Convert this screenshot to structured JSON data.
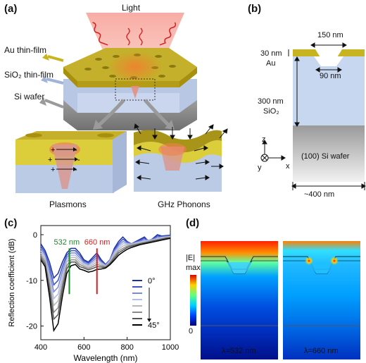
{
  "panels": {
    "a": {
      "label": "(a)",
      "light": "Light",
      "layers": [
        "Au thin-film",
        "SiO₂ thin-film",
        "Si wafer"
      ],
      "insets": [
        "Plasmons",
        "GHz Phonons"
      ],
      "charge_plus": "+",
      "charge_minus": "-"
    },
    "b": {
      "label": "(b)",
      "dims": {
        "top": "150 nm",
        "au_thk": "30 nm",
        "au": "Au",
        "bottom": "90 nm",
        "sio2_thk": "300 nm",
        "sio2": "SiO₂",
        "si": "(100) Si wafer",
        "width": "~400 nm"
      },
      "axes": {
        "z": "z",
        "y": "y",
        "x": "x"
      }
    },
    "c": {
      "label": "(c)"
    },
    "d": {
      "label": "(d)",
      "colorbar_title": "|E|",
      "colorbar_max": "max",
      "colorbar_min": "0",
      "captions": [
        "λ=532 nm",
        "λ=660 nm"
      ]
    }
  },
  "chart_data": {
    "type": "line",
    "xlabel": "Wavelength (nm)",
    "ylabel": "Reflection coefficient (dB)",
    "xlim": [
      400,
      1000
    ],
    "ylim": [
      -23,
      2
    ],
    "xticks": [
      400,
      600,
      800,
      1000
    ],
    "yticks": [
      0,
      -10,
      -20
    ],
    "markers": [
      {
        "x": 532,
        "label": "532 nm",
        "color": "#1c8a2a"
      },
      {
        "x": 660,
        "label": "660 nm",
        "color": "#d42020"
      }
    ],
    "legend": {
      "position": "center-right",
      "top_label": "0°",
      "bottom_label": "45°"
    },
    "x": [
      400,
      420,
      440,
      460,
      480,
      500,
      520,
      540,
      560,
      580,
      600,
      620,
      640,
      660,
      680,
      700,
      720,
      740,
      760,
      780,
      800,
      820,
      840,
      860,
      880,
      900,
      920,
      940,
      960,
      980,
      1000
    ],
    "series": [
      {
        "angle": 0,
        "color": "#1a2fa8",
        "values": [
          -2.0,
          -3.5,
          -6.0,
          -9.5,
          -8.5,
          -6.0,
          -4.0,
          -3.0,
          -3.0,
          -4.0,
          -5.5,
          -6.0,
          -5.0,
          -4.0,
          -5.5,
          -6.5,
          -5.5,
          -3.0,
          -1.5,
          -0.5,
          -1.5,
          -2.0,
          -1.5,
          -1.0,
          -0.5,
          -1.5,
          -0.8,
          0.0,
          -0.3,
          -0.2,
          -0.1
        ]
      },
      {
        "angle": 6,
        "color": "#3e55c4",
        "values": [
          -2.5,
          -4.0,
          -7.0,
          -11.0,
          -10.0,
          -7.0,
          -4.5,
          -3.5,
          -3.5,
          -4.5,
          -5.8,
          -6.2,
          -5.4,
          -4.5,
          -5.8,
          -6.6,
          -5.5,
          -3.3,
          -2.0,
          -1.0,
          -1.6,
          -2.0,
          -1.6,
          -1.2,
          -0.8,
          -1.3,
          -0.9,
          -0.3,
          -0.4,
          -0.3,
          -0.2
        ]
      },
      {
        "angle": 12,
        "color": "#7b8ad8",
        "values": [
          -3.0,
          -4.5,
          -8.0,
          -12.5,
          -11.5,
          -8.0,
          -5.0,
          -4.0,
          -4.0,
          -5.0,
          -6.1,
          -6.5,
          -5.8,
          -5.0,
          -6.0,
          -6.7,
          -5.6,
          -3.6,
          -2.4,
          -1.5,
          -1.8,
          -2.0,
          -1.7,
          -1.4,
          -1.1,
          -1.2,
          -1.0,
          -0.6,
          -0.5,
          -0.4,
          -0.3
        ]
      },
      {
        "angle": 18,
        "color": "#b4bce8",
        "values": [
          -3.5,
          -5.0,
          -9.0,
          -14.0,
          -13.0,
          -9.0,
          -5.5,
          -4.5,
          -4.5,
          -5.5,
          -6.4,
          -6.8,
          -6.2,
          -5.5,
          -6.2,
          -6.8,
          -5.8,
          -4.0,
          -2.8,
          -2.0,
          -2.0,
          -2.1,
          -1.8,
          -1.6,
          -1.4,
          -1.3,
          -1.1,
          -0.9,
          -0.6,
          -0.5,
          -0.4
        ]
      },
      {
        "angle": 24,
        "color": "#b8b8b8",
        "values": [
          -4.0,
          -5.5,
          -10.0,
          -15.5,
          -14.5,
          -10.0,
          -6.0,
          -5.0,
          -5.0,
          -6.0,
          -6.7,
          -7.1,
          -6.6,
          -6.0,
          -6.5,
          -6.9,
          -6.0,
          -4.4,
          -3.2,
          -2.5,
          -2.2,
          -2.2,
          -2.0,
          -1.8,
          -1.6,
          -1.4,
          -1.2,
          -1.0,
          -0.8,
          -0.6,
          -0.5
        ]
      },
      {
        "angle": 30,
        "color": "#8a8a8a",
        "values": [
          -4.5,
          -6.0,
          -11.0,
          -17.0,
          -16.0,
          -11.0,
          -6.8,
          -5.5,
          -5.5,
          -6.5,
          -7.0,
          -7.4,
          -7.0,
          -6.5,
          -6.8,
          -7.0,
          -6.2,
          -4.8,
          -3.6,
          -3.0,
          -2.5,
          -2.3,
          -2.1,
          -1.9,
          -1.7,
          -1.5,
          -1.3,
          -1.1,
          -0.9,
          -0.7,
          -0.6
        ]
      },
      {
        "angle": 36,
        "color": "#555555",
        "values": [
          -5.0,
          -6.5,
          -12.0,
          -18.5,
          -17.5,
          -12.0,
          -7.5,
          -6.0,
          -6.0,
          -7.0,
          -7.3,
          -7.7,
          -7.4,
          -7.0,
          -7.1,
          -7.2,
          -6.4,
          -5.2,
          -4.0,
          -3.4,
          -2.8,
          -2.5,
          -2.3,
          -2.0,
          -1.8,
          -1.6,
          -1.4,
          -1.2,
          -1.0,
          -0.8,
          -0.7
        ]
      },
      {
        "angle": 45,
        "color": "#000000",
        "values": [
          -5.5,
          -7.0,
          -13.5,
          -21.0,
          -19.5,
          -13.5,
          -8.5,
          -6.8,
          -6.5,
          -7.5,
          -7.8,
          -8.2,
          -8.0,
          -7.6,
          -7.5,
          -7.3,
          -6.6,
          -5.6,
          -4.5,
          -3.8,
          -3.2,
          -2.8,
          -2.5,
          -2.2,
          -2.0,
          -1.8,
          -1.6,
          -1.4,
          -1.2,
          -1.0,
          -0.8
        ]
      }
    ]
  }
}
